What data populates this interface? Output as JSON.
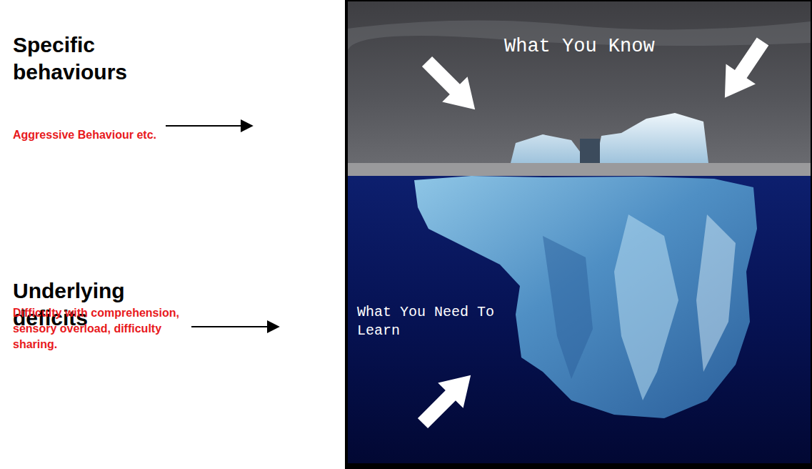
{
  "diagram": {
    "labels": [
      "Specific behaviours",
      "Aggressive Behaviour etc.",
      "Underlying deficits",
      "Difficulty with comprehension, sensory overload, difficulty sharing.",
      "What You Know",
      "What You Need To Learn"
    ]
  }
}
